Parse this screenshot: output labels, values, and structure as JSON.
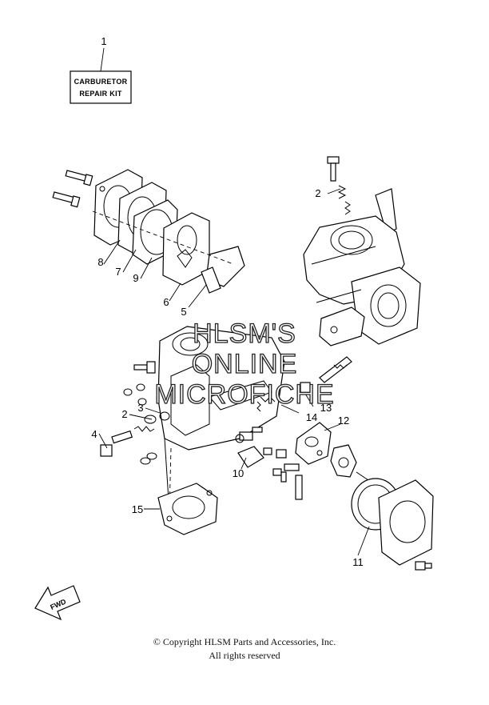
{
  "kit_label": {
    "line1": "CARBURETOR",
    "line2": "REPAIR KIT"
  },
  "callouts": {
    "c1": "1",
    "c2a": "2",
    "c2b": "2",
    "c3": "3",
    "c4": "4",
    "c5": "5",
    "c6": "6",
    "c7": "7",
    "c8": "8",
    "c9": "9",
    "c10": "10",
    "c11": "11",
    "c12": "12",
    "c13": "13",
    "c14": "14",
    "c15": "15"
  },
  "watermark": {
    "line1": "HLSM'S",
    "line2": "ONLINE",
    "line3": "MICROFICHE"
  },
  "fwd_label": "FWD",
  "footer": {
    "line1": "© Copyright HLSM Parts and Accessories, Inc.",
    "line2": "All rights reserved"
  }
}
